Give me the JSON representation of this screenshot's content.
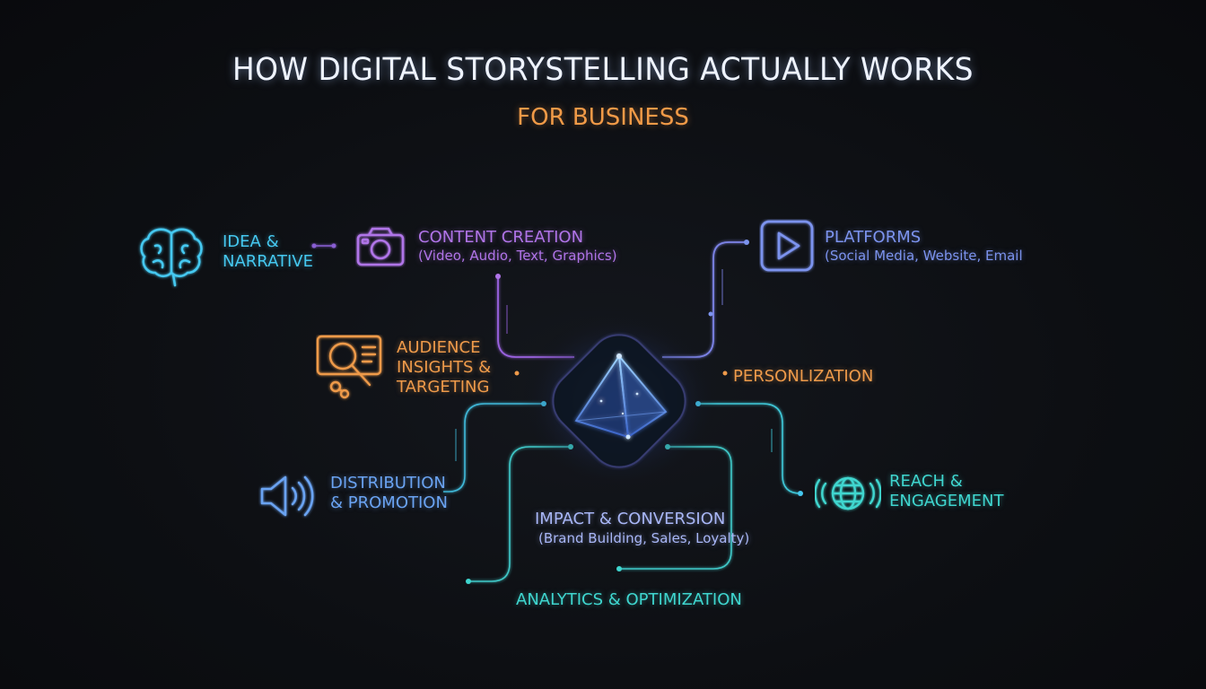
{
  "title": "HOW DIGITAL STORYSTELLING ACTUALLY WORKS",
  "subtitle": "FOR BUSINESS",
  "nodes": {
    "idea": {
      "label": "IDEA &\nNARRATIVE",
      "icon": "brain-icon",
      "color": "#45c8f0"
    },
    "content": {
      "label": "CONTENT CREATION",
      "detail": "(Video, Audio, Text, Graphics)",
      "icon": "camera-icon",
      "color": "#b074e8"
    },
    "platforms": {
      "label": "PLATFORMS",
      "detail": "(Social Media, Website, Email",
      "icon": "play-icon",
      "color": "#7c93ee"
    },
    "audience": {
      "label": "AUDIENCE\nINSIGHTS &\nTARGETING",
      "icon": "magnifier-icon",
      "color": "#ee9a4a"
    },
    "personalization": {
      "label": "PERSONLIZATION",
      "color": "#ee9a4a"
    },
    "distribution": {
      "label": "DISTRIBUTION\n& PROMOTION",
      "icon": "speaker-icon",
      "color": "#6aa3f2"
    },
    "reach": {
      "label": "REACH &\nENGAGEMENT",
      "icon": "globe-icon",
      "color": "#3fd6cf"
    },
    "impact": {
      "label": "IMPACT & CONVERSION",
      "detail": "(Brand Building, Sales, Loyalty)",
      "color": "#a8b6f6"
    },
    "analytics": {
      "label": "ANALYTICS & OPTIMIZATION",
      "color": "#3fd6cf"
    }
  },
  "center": {
    "icon": "pyramid-icon",
    "color": "#7fb4ff"
  }
}
